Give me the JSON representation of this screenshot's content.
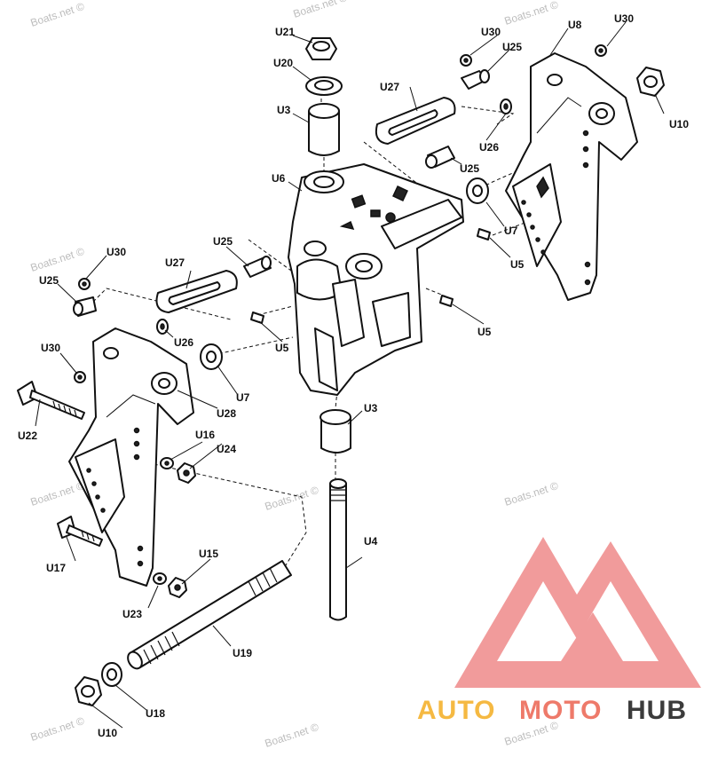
{
  "watermark": "Boats.net ©",
  "labels": {
    "U21": "U21",
    "U20": "U20",
    "U3a": "U3",
    "U3b": "U3",
    "U6": "U6",
    "U27a": "U27",
    "U27b": "U27",
    "U25a": "U25",
    "U25b": "U25",
    "U25c": "U25",
    "U25d": "U25",
    "U30a": "U30",
    "U30b": "U30",
    "U30c": "U30",
    "U30d": "U30",
    "U8": "U8",
    "U10a": "U10",
    "U10b": "U10",
    "U26a": "U26",
    "U26b": "U26",
    "U7a": "U7",
    "U7b": "U7",
    "U5a": "U5",
    "U5b": "U5",
    "U5c": "U5",
    "U28": "U28",
    "U22": "U22",
    "U16": "U16",
    "U24": "U24",
    "U4": "U4",
    "U17": "U17",
    "U15": "U15",
    "U23": "U23",
    "U19": "U19",
    "U18": "U18"
  },
  "logo": {
    "word_a": "AUTO",
    "word_b": "MOTO",
    "word_c": "HUB",
    "color_a": "#f5b942",
    "color_b": "#ee7a6a",
    "color_c": "#3b3b3b",
    "triangle_color": "#ef8a8a"
  }
}
